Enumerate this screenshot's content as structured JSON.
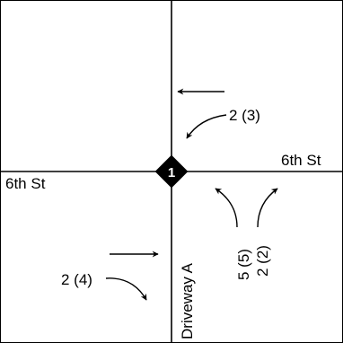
{
  "intersection": {
    "node_id": "1",
    "streets": {
      "horizontal": "6th St",
      "vertical": "Driveway A"
    }
  },
  "volumes": {
    "north_leg_left_turn": "2 (3)",
    "west_leg_left_turn": "2 (4)",
    "south_leg_left_turn": "5 (5)",
    "south_leg_right_turn": "2 (2)"
  },
  "colors": {
    "line": "#000000",
    "background": "#ffffff"
  }
}
